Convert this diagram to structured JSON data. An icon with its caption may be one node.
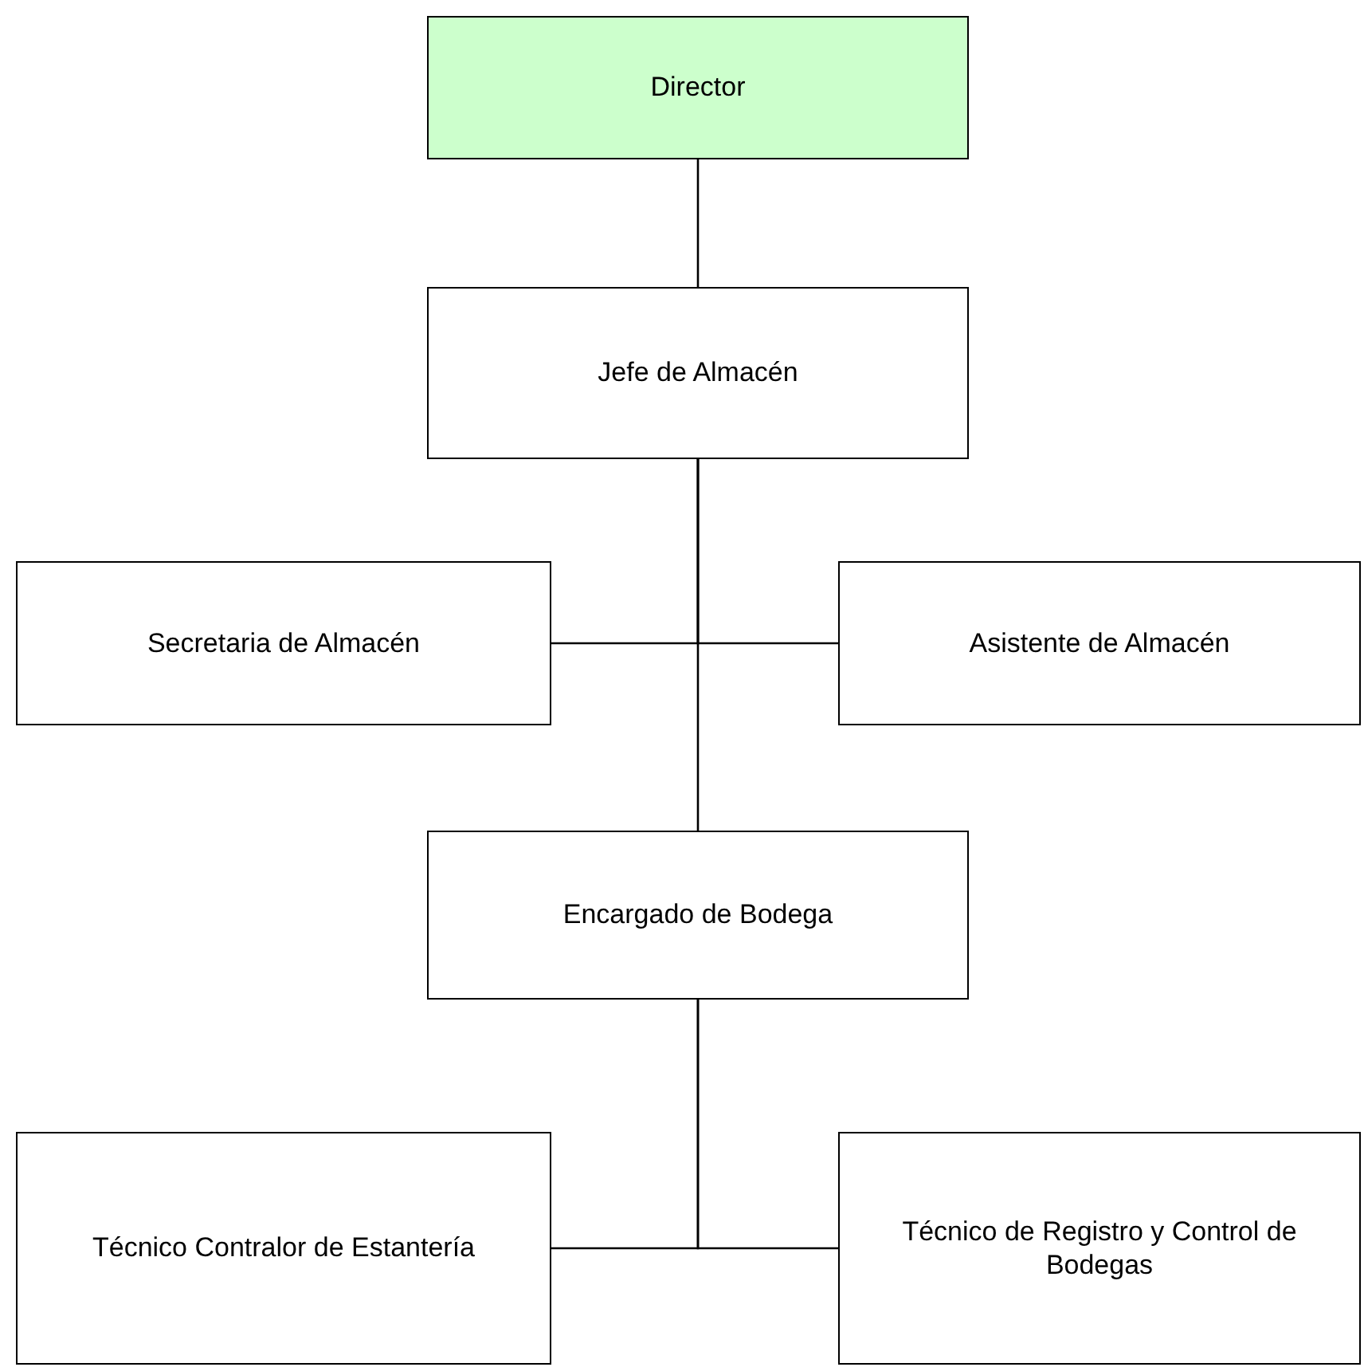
{
  "diagram": {
    "nodes": [
      {
        "text": [
          "Director"
        ]
      },
      {
        "text": [
          "Jefe de Almacén"
        ]
      },
      {
        "text": [
          "Secretaria de Almacén"
        ]
      },
      {
        "text": [
          "Asistente de Almacén"
        ]
      },
      {
        "text": [
          "Encargado de Bodega"
        ]
      },
      {
        "text": [
          "Técnico Contralor de Estantería"
        ]
      },
      {
        "text": [
          "Técnico de Registro y Control de Bodegas"
        ]
      }
    ],
    "edges": [
      {
        "from": 0,
        "to": 1,
        "arrow": "none"
      },
      {
        "from": 1,
        "to": 2,
        "arrow": "none"
      },
      {
        "from": 1,
        "to": 3,
        "arrow": "none"
      },
      {
        "from": 1,
        "to": 4,
        "arrow": "none"
      },
      {
        "from": 4,
        "to": 5,
        "arrow": "none"
      },
      {
        "from": 4,
        "to": 6,
        "arrow": "none"
      }
    ]
  }
}
